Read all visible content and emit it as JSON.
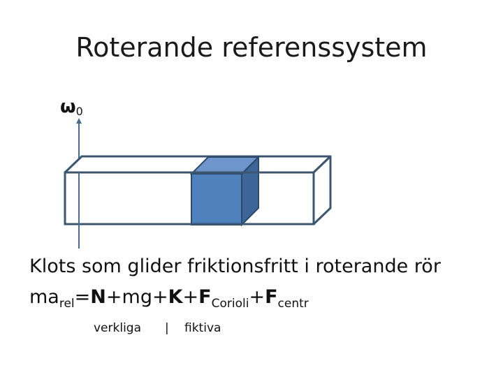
{
  "slide": {
    "title": "Roterande referenssystem",
    "omega": {
      "symbol": "ω",
      "subscript": "0"
    },
    "description": "Klots som glider friktionsfritt i roterande rör",
    "formula": {
      "p1": "ma",
      "sub_rel": "rel",
      "p2": "=",
      "N": "N",
      "p3": "+mg+",
      "K": "K",
      "p4": "+",
      "F1": "F",
      "sub_corioli": "Corioli",
      "p5": "+",
      "F2": "F",
      "sub_centr": "centr"
    },
    "labels": {
      "left": "verkliga",
      "separator": "|",
      "right": "fiktiva"
    }
  },
  "colors": {
    "tube_outline": "#3d5670",
    "axis": "#4a6d8f",
    "block_front": "#4f81bd",
    "block_top": "#6f96cc",
    "block_side": "#3c6599",
    "block_edge": "#2e4a6b"
  }
}
